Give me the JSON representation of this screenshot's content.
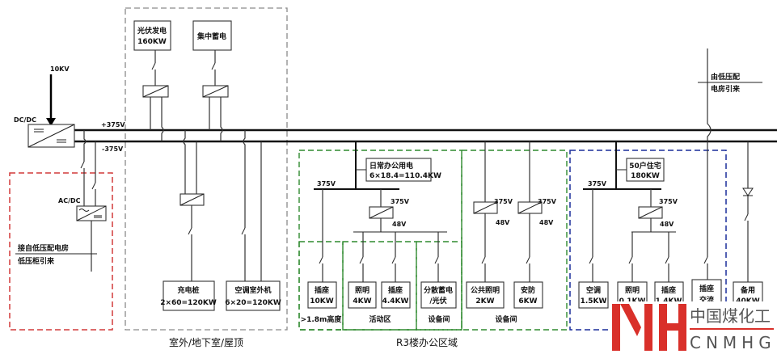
{
  "source": {
    "input_label": "10KV",
    "dcdc_label": "DC/DC",
    "plus_bus_label": "+375V",
    "minus_bus_label": "-375V"
  },
  "lv_intake": {
    "acdc_label": "AC/DC",
    "note_line1": "接自低压配电房",
    "note_line2": "低压柜引来"
  },
  "outdoor_zone": {
    "caption": "室外/地下室/屋顶",
    "pv": {
      "name": "光伏发电",
      "rating": "160KW"
    },
    "storage": {
      "name": "集中蓄电"
    },
    "charger": {
      "name": "充电桩",
      "rating": "2×60=120KW"
    },
    "ac_outdoor": {
      "name": "空调室外机",
      "rating": "6×20=120KW"
    }
  },
  "office_zone": {
    "caption": "R3楼办公区域",
    "feeder": {
      "name": "日常办公用电",
      "rating": "6×18.4=110.4KW"
    },
    "bus_label": "375V",
    "conv_in": "375V",
    "conv_out": "48V",
    "loads": [
      {
        "name": "插座",
        "rating": "10KW"
      },
      {
        "name": "照明",
        "rating": "4KW"
      },
      {
        "name": "插座",
        "rating": "4.4KW"
      },
      {
        "name": "分散蓄电",
        "rating": "/光伏"
      }
    ],
    "sub_zones": [
      ">1.8m高度",
      "活动区",
      "设备间"
    ],
    "equipment_room": {
      "caption": "设备间",
      "loads": [
        {
          "name": "公共照明",
          "rating": "2KW",
          "conv_in": "375V",
          "conv_out": "48V"
        },
        {
          "name": "安防",
          "rating": "6KW",
          "conv_in": "375V",
          "conv_out": "48V"
        }
      ]
    }
  },
  "residential_zone": {
    "feeder": {
      "name": "50户住宅",
      "rating": "180KW"
    },
    "bus_label": "375V",
    "conv_in": "375V",
    "conv_out": "48V",
    "loads": [
      {
        "name": "空调",
        "rating": "1.5KW"
      },
      {
        "name": "照明",
        "rating": "0.1KW"
      },
      {
        "name": "插座",
        "rating": "1.4KW"
      },
      {
        "name": "插座",
        "rating": "交流"
      }
    ]
  },
  "right_side": {
    "intake_line1": "由低压配",
    "intake_line2": "电房引来",
    "spare": {
      "name": "备用",
      "rating": "40KW"
    }
  },
  "logo": {
    "mark": "MH",
    "cn_text": "中国煤化工",
    "en_text": "CNMHG",
    "color_red": "#d9302a",
    "color_gray": "#555555"
  }
}
